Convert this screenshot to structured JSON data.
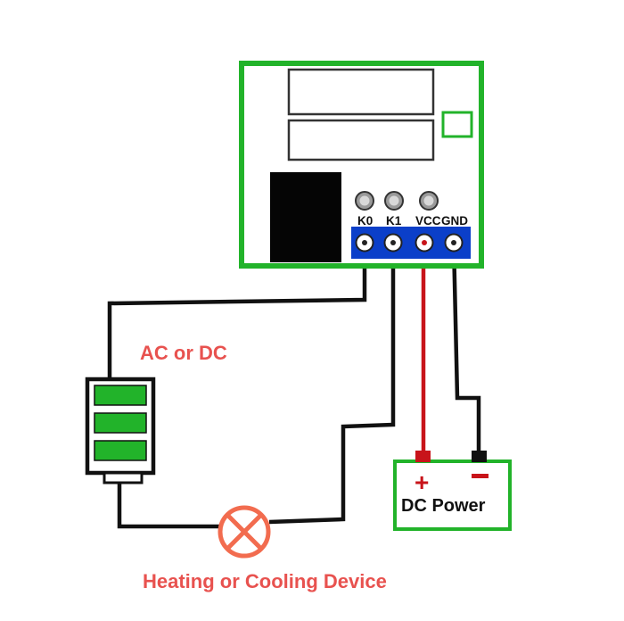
{
  "labels": {
    "ac_dc": "AC or DC",
    "dc_power": "DC Power",
    "device": "Heating or Cooling Device",
    "plus": "+",
    "minus": "−"
  },
  "module": {
    "pins": [
      "K0",
      "K1",
      "VCC",
      "GND"
    ]
  },
  "colors": {
    "board_border": "#22b32a",
    "terminal_block": "#0b3fc9",
    "wire_black": "#111111",
    "wire_red": "#c8141a",
    "label_red": "#e8524f",
    "lamp": "#f26c4f",
    "battery_cell": "#22b32a"
  }
}
